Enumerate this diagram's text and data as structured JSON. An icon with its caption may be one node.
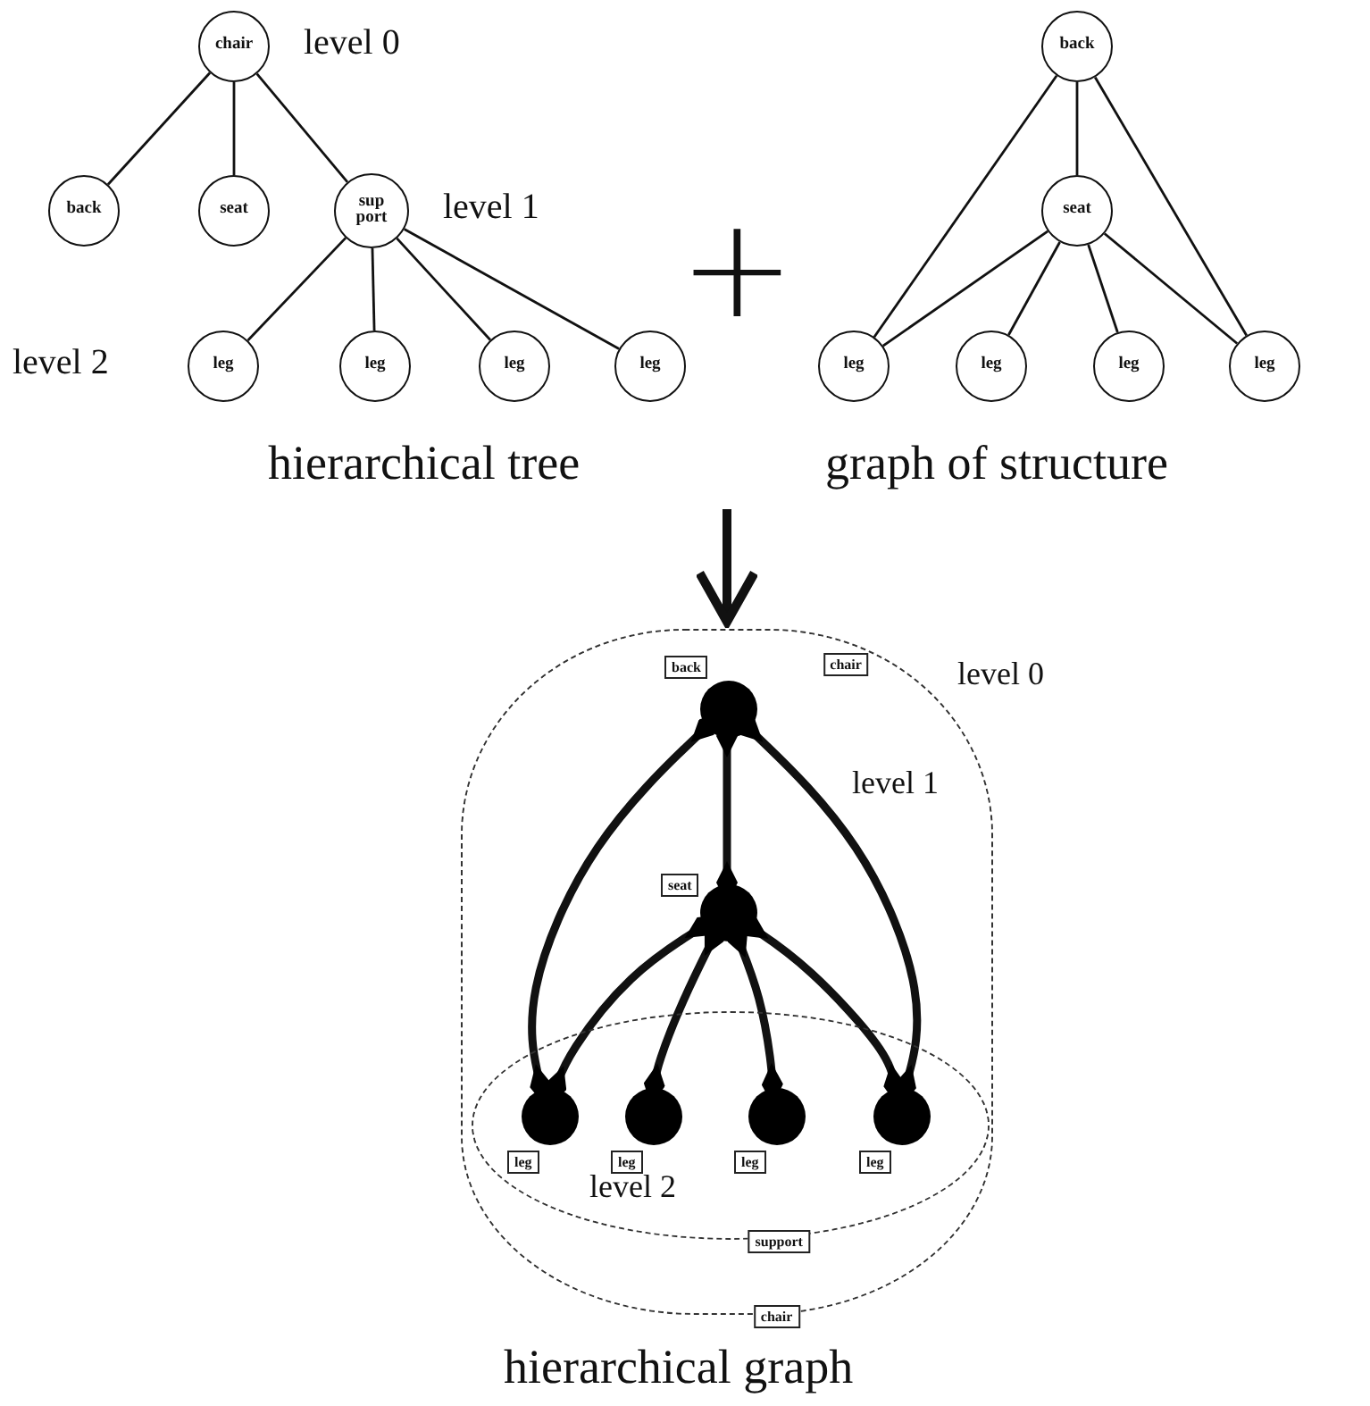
{
  "diagram": {
    "nodes": [
      {
        "text": [
          "chair"
        ]
      },
      {
        "text": [
          "back"
        ]
      },
      {
        "text": [
          "seat"
        ]
      },
      {
        "text": [
          "sup port"
        ]
      },
      {
        "text": [
          "leg"
        ]
      },
      {
        "text": [
          "leg"
        ]
      },
      {
        "text": [
          "leg"
        ]
      },
      {
        "text": [
          "leg"
        ]
      },
      {
        "text": [
          "back"
        ]
      },
      {
        "text": [
          "seat"
        ]
      },
      {
        "text": [
          "leg"
        ]
      },
      {
        "text": [
          "leg"
        ]
      },
      {
        "text": [
          "leg"
        ]
      },
      {
        "text": [
          "leg"
        ]
      },
      {
        "text": [
          "chair",
          "chair"
        ]
      },
      {
        "text": [
          "support"
        ],
        "in": 14
      },
      {
        "text": [
          "back"
        ],
        "in": 14
      },
      {
        "text": [
          "seat"
        ],
        "in": 14
      },
      {
        "text": [
          "leg"
        ],
        "in": 15
      },
      {
        "text": [
          "leg"
        ],
        "in": 15
      },
      {
        "text": [
          "leg"
        ],
        "in": 15
      },
      {
        "text": [
          "leg"
        ],
        "in": 15
      }
    ],
    "edges": [
      {
        "from": 0,
        "to": 1,
        "arrow": "none"
      },
      {
        "from": 0,
        "to": 2,
        "arrow": "none"
      },
      {
        "from": 0,
        "to": 3,
        "arrow": "none"
      },
      {
        "from": 3,
        "to": 4,
        "arrow": "none"
      },
      {
        "from": 3,
        "to": 5,
        "arrow": "none"
      },
      {
        "from": 3,
        "to": 6,
        "arrow": "none"
      },
      {
        "from": 3,
        "to": 7,
        "arrow": "none"
      },
      {
        "from": 8,
        "to": 9,
        "arrow": "none"
      },
      {
        "from": 8,
        "to": 10,
        "arrow": "none"
      },
      {
        "from": 8,
        "to": 13,
        "arrow": "none"
      },
      {
        "from": 9,
        "to": 10,
        "arrow": "none"
      },
      {
        "from": 9,
        "to": 11,
        "arrow": "none"
      },
      {
        "from": 9,
        "to": 12,
        "arrow": "none"
      },
      {
        "from": 9,
        "to": 13,
        "arrow": "none"
      },
      {
        "from": null,
        "to": 14,
        "arrow": "to",
        "style": "thick"
      },
      {
        "from": 16,
        "to": 17,
        "arrow": "other",
        "style": "thick"
      },
      {
        "from": 16,
        "to": 18,
        "arrow": "other",
        "style": "thick"
      },
      {
        "from": 16,
        "to": 21,
        "arrow": "other",
        "style": "thick"
      },
      {
        "from": 17,
        "to": 18,
        "arrow": "other",
        "style": "thick"
      },
      {
        "from": 17,
        "to": 19,
        "arrow": "other",
        "style": "thick"
      },
      {
        "from": 17,
        "to": 20,
        "arrow": "other",
        "style": "thick"
      },
      {
        "from": 17,
        "to": 21,
        "arrow": "other",
        "style": "thick"
      }
    ],
    "labels": [
      "level 0",
      "level 1",
      "level 2",
      "+",
      "hierarchical tree",
      "graph of structure",
      "level 0",
      "level 1",
      "level 2",
      "hierarchical graph"
    ]
  }
}
